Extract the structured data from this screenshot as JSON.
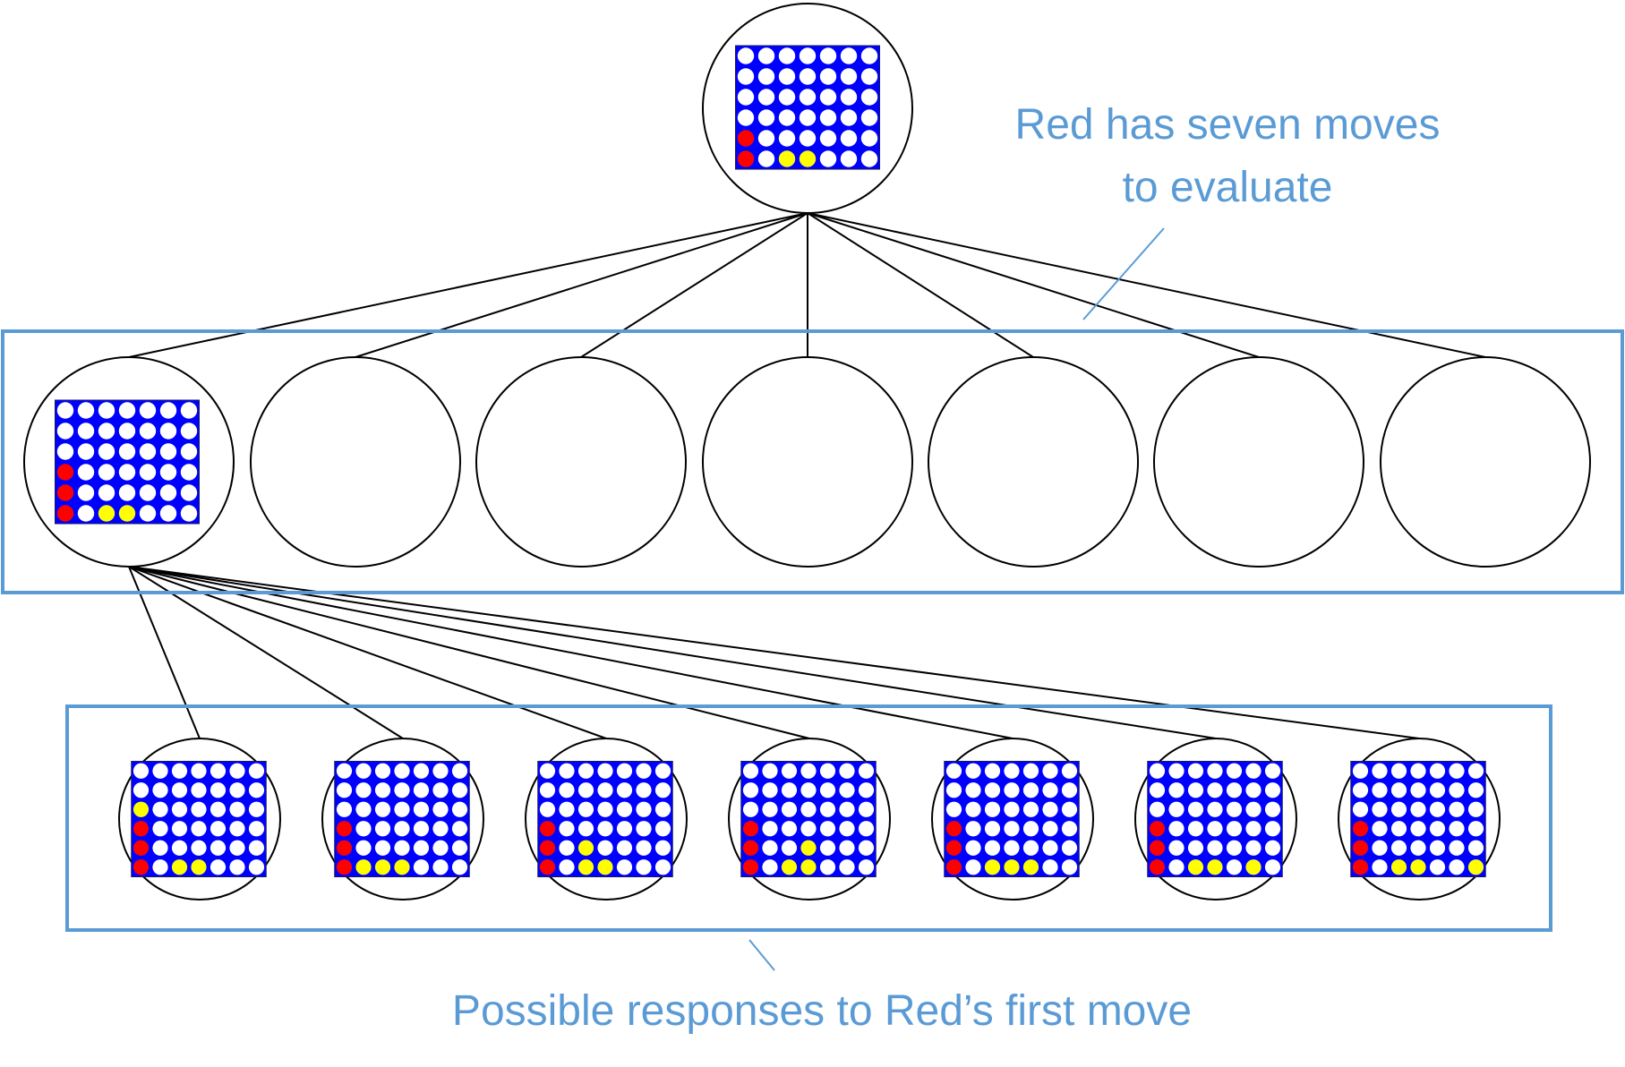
{
  "annotations": {
    "moves_line1": "Red has seven moves",
    "moves_line2": "to evaluate",
    "responses": "Possible responses to Red’s first move"
  },
  "colors": {
    "board": "#0000ff",
    "empty": "#ffffff",
    "red": "#ff0000",
    "yellow": "#ffff00",
    "annotation": "#5b9bd5",
    "node_stroke": "#000000"
  },
  "board": {
    "columns": 7,
    "rows": 6
  },
  "tree": {
    "root_board": [
      {
        "col": 0,
        "row": 0,
        "color": "red"
      },
      {
        "col": 0,
        "row": 1,
        "color": "red"
      },
      {
        "col": 2,
        "row": 0,
        "color": "yellow"
      },
      {
        "col": 3,
        "row": 0,
        "color": "yellow"
      }
    ],
    "level1_count": 7,
    "level1_first_board": [
      {
        "col": 0,
        "row": 0,
        "color": "red"
      },
      {
        "col": 0,
        "row": 1,
        "color": "red"
      },
      {
        "col": 0,
        "row": 2,
        "color": "red"
      },
      {
        "col": 2,
        "row": 0,
        "color": "yellow"
      },
      {
        "col": 3,
        "row": 0,
        "color": "yellow"
      }
    ],
    "level2_boards": [
      [
        {
          "col": 0,
          "row": 0,
          "color": "red"
        },
        {
          "col": 0,
          "row": 1,
          "color": "red"
        },
        {
          "col": 0,
          "row": 2,
          "color": "red"
        },
        {
          "col": 0,
          "row": 3,
          "color": "yellow"
        },
        {
          "col": 2,
          "row": 0,
          "color": "yellow"
        },
        {
          "col": 3,
          "row": 0,
          "color": "yellow"
        }
      ],
      [
        {
          "col": 0,
          "row": 0,
          "color": "red"
        },
        {
          "col": 0,
          "row": 1,
          "color": "red"
        },
        {
          "col": 0,
          "row": 2,
          "color": "red"
        },
        {
          "col": 1,
          "row": 0,
          "color": "yellow"
        },
        {
          "col": 2,
          "row": 0,
          "color": "yellow"
        },
        {
          "col": 3,
          "row": 0,
          "color": "yellow"
        }
      ],
      [
        {
          "col": 0,
          "row": 0,
          "color": "red"
        },
        {
          "col": 0,
          "row": 1,
          "color": "red"
        },
        {
          "col": 0,
          "row": 2,
          "color": "red"
        },
        {
          "col": 2,
          "row": 0,
          "color": "yellow"
        },
        {
          "col": 2,
          "row": 1,
          "color": "yellow"
        },
        {
          "col": 3,
          "row": 0,
          "color": "yellow"
        }
      ],
      [
        {
          "col": 0,
          "row": 0,
          "color": "red"
        },
        {
          "col": 0,
          "row": 1,
          "color": "red"
        },
        {
          "col": 0,
          "row": 2,
          "color": "red"
        },
        {
          "col": 2,
          "row": 0,
          "color": "yellow"
        },
        {
          "col": 3,
          "row": 0,
          "color": "yellow"
        },
        {
          "col": 3,
          "row": 1,
          "color": "yellow"
        }
      ],
      [
        {
          "col": 0,
          "row": 0,
          "color": "red"
        },
        {
          "col": 0,
          "row": 1,
          "color": "red"
        },
        {
          "col": 0,
          "row": 2,
          "color": "red"
        },
        {
          "col": 2,
          "row": 0,
          "color": "yellow"
        },
        {
          "col": 3,
          "row": 0,
          "color": "yellow"
        },
        {
          "col": 4,
          "row": 0,
          "color": "yellow"
        }
      ],
      [
        {
          "col": 0,
          "row": 0,
          "color": "red"
        },
        {
          "col": 0,
          "row": 1,
          "color": "red"
        },
        {
          "col": 0,
          "row": 2,
          "color": "red"
        },
        {
          "col": 2,
          "row": 0,
          "color": "yellow"
        },
        {
          "col": 3,
          "row": 0,
          "color": "yellow"
        },
        {
          "col": 5,
          "row": 0,
          "color": "yellow"
        }
      ],
      [
        {
          "col": 0,
          "row": 0,
          "color": "red"
        },
        {
          "col": 0,
          "row": 1,
          "color": "red"
        },
        {
          "col": 0,
          "row": 2,
          "color": "red"
        },
        {
          "col": 2,
          "row": 0,
          "color": "yellow"
        },
        {
          "col": 3,
          "row": 0,
          "color": "yellow"
        },
        {
          "col": 6,
          "row": 0,
          "color": "yellow"
        }
      ]
    ]
  }
}
